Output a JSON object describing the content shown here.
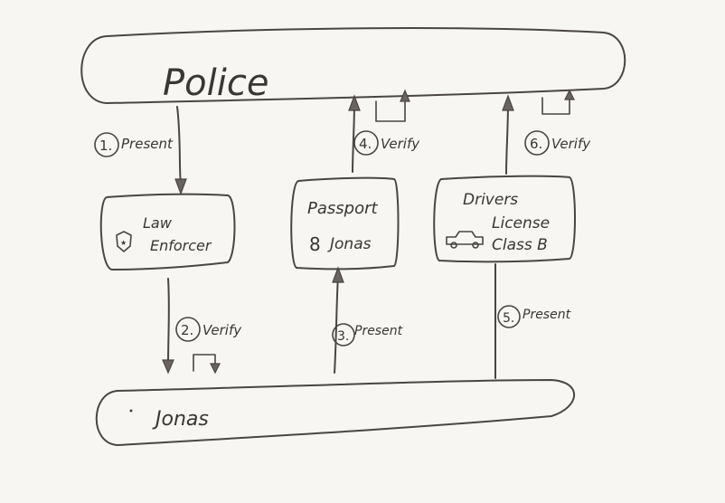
{
  "police": {
    "label": "Police"
  },
  "holder": {
    "label": "Jonas"
  },
  "credentials": {
    "law_enforcer": {
      "line1": "Law",
      "line2": "Enforcer"
    },
    "passport": {
      "line1": "Passport",
      "line2": "Jonas"
    },
    "drivers_license": {
      "line1": "Drivers",
      "line2": "License",
      "line3": "Class B"
    }
  },
  "steps": [
    {
      "number": "1.",
      "action": "Present"
    },
    {
      "number": "2.",
      "action": "Verify"
    },
    {
      "number": "3.",
      "action": "Present"
    },
    {
      "number": "4.",
      "action": "Verify"
    },
    {
      "number": "5.",
      "action": "Present"
    },
    {
      "number": "6.",
      "action": "Verify"
    }
  ]
}
